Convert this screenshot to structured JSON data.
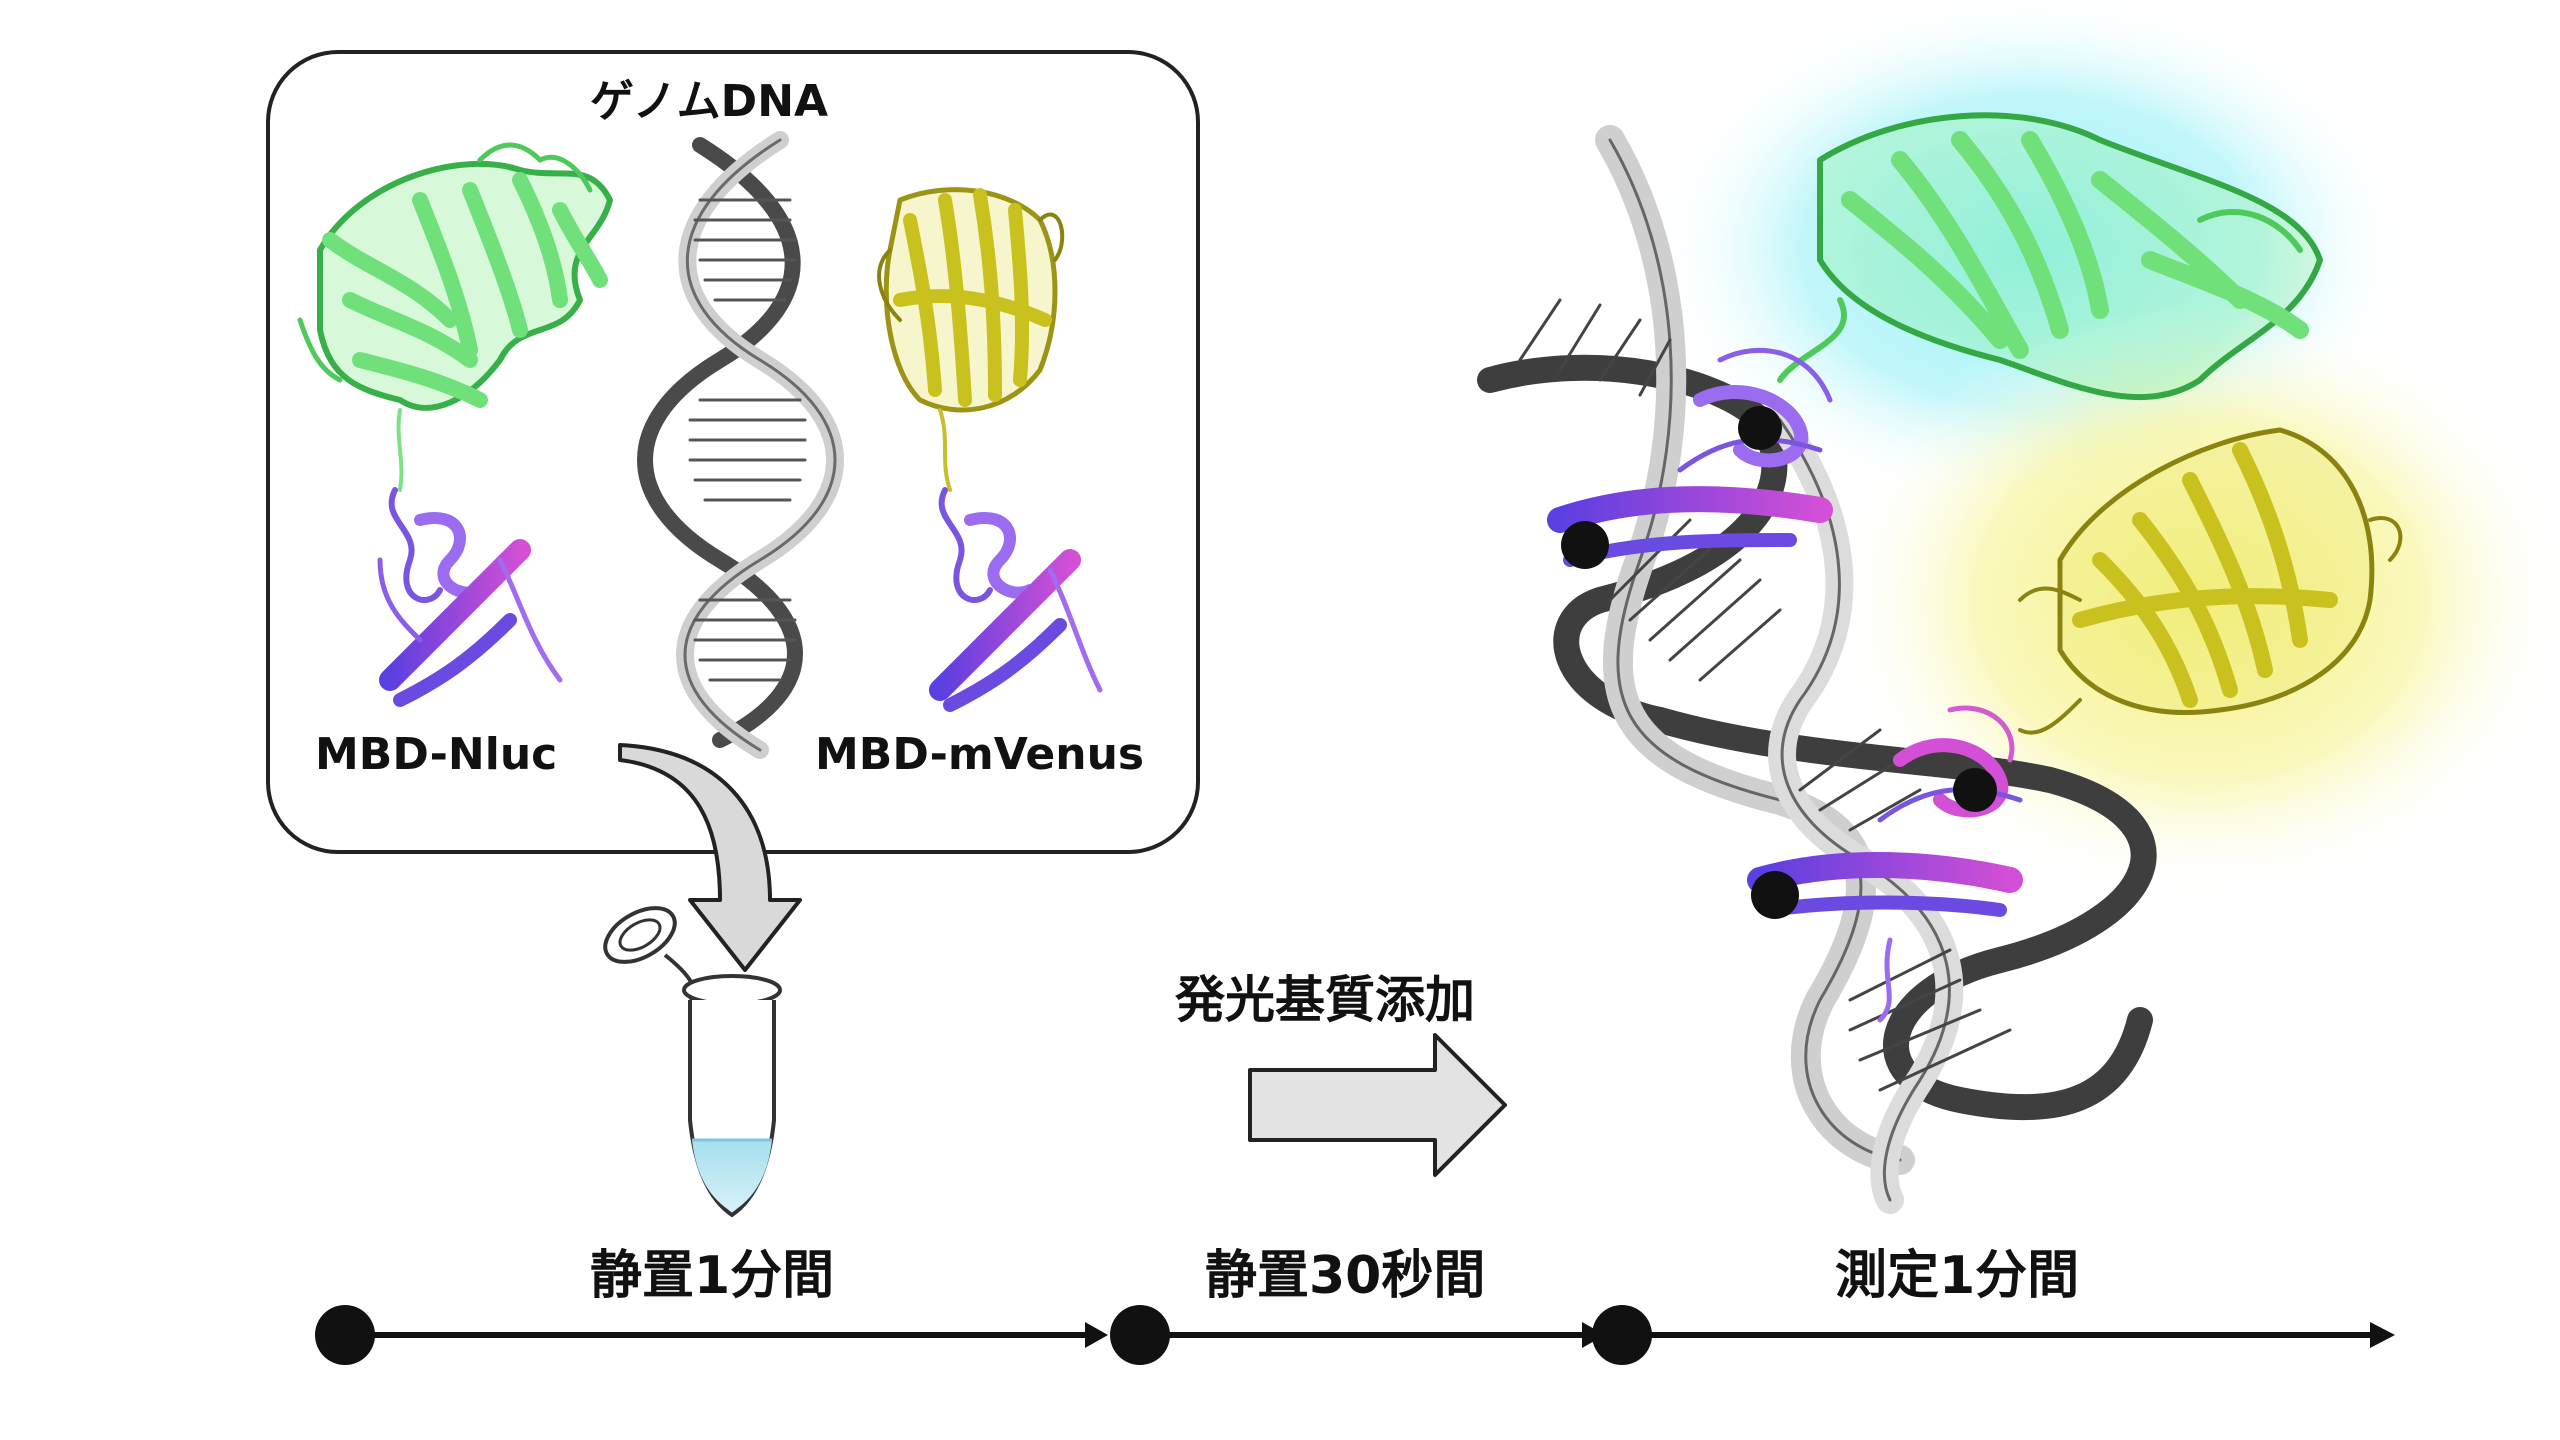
{
  "box": {
    "genome_label": "ゲノムDNA",
    "left_protein_label": "MBD-Nluc",
    "right_protein_label": "MBD-mVenus"
  },
  "step_label": "発光基質添加",
  "timeline": {
    "segments": [
      "静置1分間",
      "静置30秒間",
      "測定1分間"
    ]
  },
  "colors": {
    "nluc_green": "#6fe07a",
    "venus_yellow": "#c9c21e",
    "mbd_purple": "#7a55e0",
    "mbd_magenta": "#d24fd6",
    "dna_grey": "#4a4a4a",
    "glow_cyan": "#8ff0f6",
    "glow_yellow": "#f6f27a",
    "tube_liquid": "#bfe6f2"
  },
  "icons": [
    "double-helix-icon",
    "protein-ribbon-icon",
    "microtube-icon",
    "arrow-icon"
  ]
}
